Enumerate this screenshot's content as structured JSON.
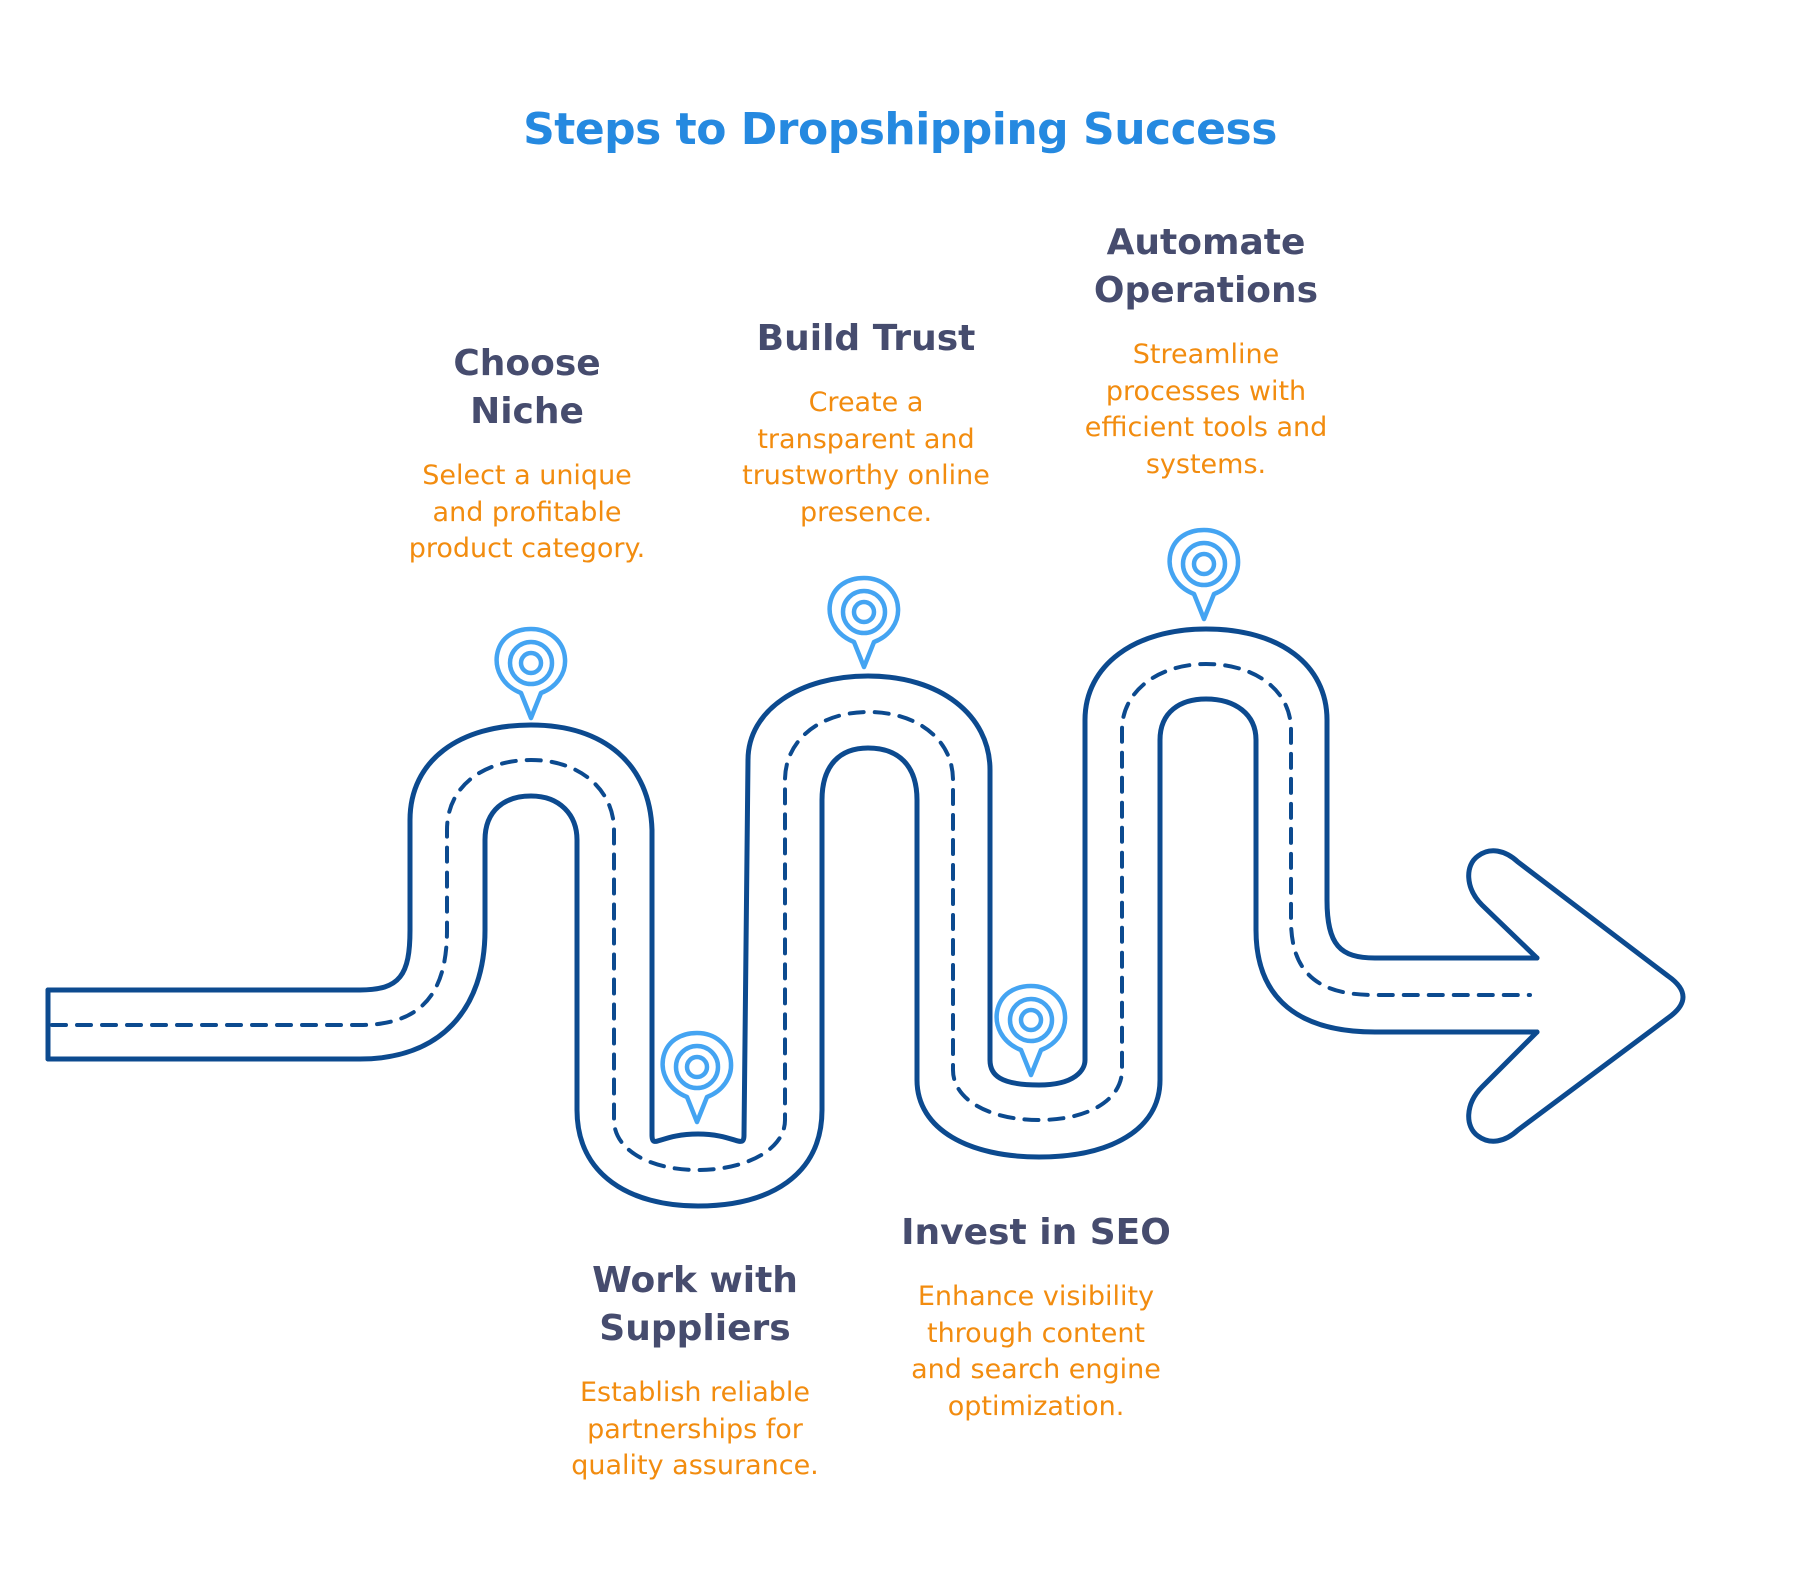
{
  "title": "Steps to Dropshipping Success",
  "colors": {
    "title": "#2589E0",
    "step_title": "#464C6E",
    "step_desc": "#F28C0F",
    "road": "#0C4A8F",
    "pin": "#44A4F2"
  },
  "steps": [
    {
      "order": 1,
      "title": "Choose\nNiche",
      "description": "Select a unique\nand profitable\nproduct category.",
      "icon": "location-pin-icon",
      "position": "above-road"
    },
    {
      "order": 2,
      "title": "Work with\nSuppliers",
      "description": "Establish reliable\npartnerships for\nquality assurance.",
      "icon": "location-pin-icon",
      "position": "below-road"
    },
    {
      "order": 3,
      "title": "Build Trust",
      "description": "Create a\ntransparent and\ntrustworthy online\npresence.",
      "icon": "location-pin-icon",
      "position": "above-road"
    },
    {
      "order": 4,
      "title": "Invest in SEO",
      "description": "Enhance visibility\nthrough content\nand search engine\noptimization.",
      "icon": "location-pin-icon",
      "position": "below-road"
    },
    {
      "order": 5,
      "title": "Automate\nOperations",
      "description": "Streamline\nprocesses with\nefficient tools and\nsystems.",
      "icon": "location-pin-icon",
      "position": "above-road"
    }
  ],
  "road": {
    "icon": "winding-road-arrow-icon"
  }
}
